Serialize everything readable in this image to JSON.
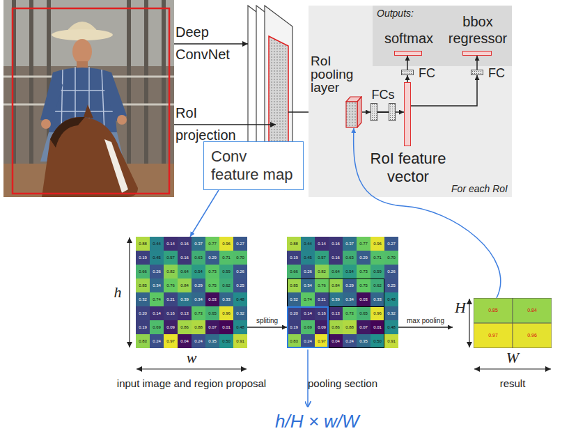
{
  "diagram": {
    "nodes": [
      {
        "text": [
          "For each RoI"
        ]
      },
      {
        "text": [
          "Outputs:"
        ],
        "in": 0
      },
      {
        "text": [
          "softmax"
        ],
        "in": 1
      },
      {
        "text": [
          "bbox regressor"
        ],
        "in": 1
      },
      {
        "text": [
          "FC"
        ],
        "in": 0
      },
      {
        "text": [
          "FC"
        ],
        "in": 0
      },
      {
        "text": [
          "RoI pooling layer"
        ],
        "in": 0
      },
      {
        "text": [
          "FCs"
        ],
        "in": 0
      },
      {
        "text": [
          "RoI feature vector"
        ],
        "in": 0
      },
      {
        "text": [
          "Conv feature map"
        ]
      },
      {
        "text": [
          "input image and region proposal"
        ]
      },
      {
        "text": [
          "pooling section"
        ]
      },
      {
        "text": [
          "result"
        ]
      }
    ],
    "edges": [
      {
        "from": 6,
        "to": 7,
        "arrow": "to"
      },
      {
        "from": 7,
        "to": 8,
        "arrow": "to"
      },
      {
        "from": 8,
        "to": 4,
        "arrow": "to"
      },
      {
        "from": 4,
        "to": 2,
        "arrow": "to"
      },
      {
        "from": 8,
        "to": 5,
        "arrow": "to"
      },
      {
        "from": 5,
        "to": 3,
        "arrow": "to"
      },
      {
        "from": 9,
        "to": 10,
        "arrow": "to"
      },
      {
        "from": 10,
        "to": 11,
        "label": "spliting",
        "arrow": "to"
      },
      {
        "from": 11,
        "to": 12,
        "label": "max pooling",
        "arrow": "to"
      },
      {
        "from": 12,
        "to": 6,
        "arrow": "to"
      }
    ],
    "labels": [
      "Deep ConvNet",
      "RoI projection",
      "h",
      "w",
      "H",
      "W",
      "h/H × w/W",
      "0.88",
      "0.44",
      "0.14",
      "0.16",
      "0.37",
      "0.77",
      "0.96",
      "0.27",
      "0.19",
      "0.45",
      "0.57",
      "0.16",
      "0.63",
      "0.29",
      "0.71",
      "0.70",
      "0.66",
      "0.26",
      "0.82",
      "0.64",
      "0.54",
      "0.73",
      "0.59",
      "0.26",
      "0.85",
      "0.34",
      "0.76",
      "0.84",
      "0.29",
      "0.75",
      "0.62",
      "0.25",
      "0.32",
      "0.74",
      "0.21",
      "0.39",
      "0.34",
      "0.03",
      "0.33",
      "0.48",
      "0.20",
      "0.14",
      "0.16",
      "0.13",
      "0.73",
      "0.65",
      "0.96",
      "0.32",
      "0.19",
      "0.69",
      "0.09",
      "0.86",
      "0.88",
      "0.07",
      "0.01",
      "0.48",
      "0.83",
      "0.24",
      "0.97",
      "0.04",
      "0.24",
      "0.35",
      "0.50",
      "0.91",
      "0.88",
      "0.44",
      "0.14",
      "0.16",
      "0.37",
      "0.77",
      "0.96",
      "0.27",
      "0.19",
      "0.45",
      "0.57",
      "0.16",
      "0.63",
      "0.29",
      "0.71",
      "0.70",
      "0.66",
      "0.26",
      "0.82",
      "0.64",
      "0.54",
      "0.73",
      "0.59",
      "0.26",
      "0.85",
      "0.34",
      "0.76",
      "0.84",
      "0.29",
      "0.75",
      "0.62",
      "0.25",
      "0.32",
      "0.74",
      "0.21",
      "0.39",
      "0.34",
      "0.03",
      "0.33",
      "0.48",
      "0.20",
      "0.14",
      "0.16",
      "0.13",
      "0.73",
      "0.65",
      "0.96",
      "0.32",
      "0.19",
      "0.69",
      "0.09",
      "0.86",
      "0.88",
      "0.07",
      "0.01",
      "0.48",
      "0.83",
      "0.24",
      "0.97",
      "0.04",
      "0.24",
      "0.35",
      "0.50",
      "0.91",
      "0.85",
      "0.84",
      "0.97",
      "0.96"
    ]
  }
}
